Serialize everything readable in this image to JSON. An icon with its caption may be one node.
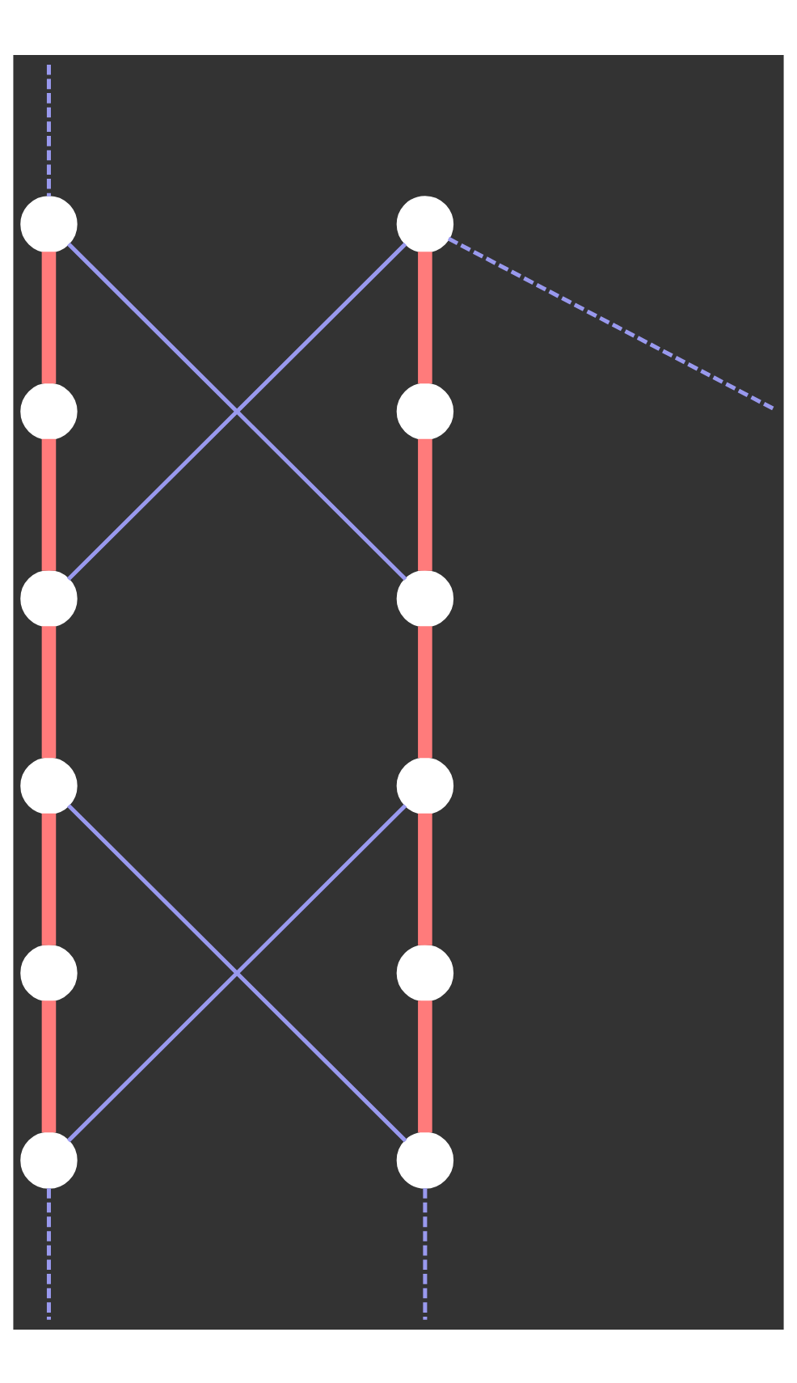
{
  "diagram": {
    "nodes": [
      {
        "text": [],
        "shape": "circle"
      },
      {
        "text": [],
        "shape": "circle"
      },
      {
        "text": [],
        "shape": "circle"
      },
      {
        "text": [],
        "shape": "circle"
      },
      {
        "text": [],
        "shape": "circle"
      },
      {
        "text": [],
        "shape": "circle"
      },
      {
        "text": [],
        "shape": "circle"
      },
      {
        "text": [],
        "shape": "circle"
      },
      {
        "text": [],
        "shape": "circle"
      },
      {
        "text": [],
        "shape": "circle"
      },
      {
        "text": [],
        "shape": "circle"
      },
      {
        "text": [],
        "shape": "circle"
      }
    ],
    "edges": [
      {
        "from": null,
        "to": 0,
        "arrow": "none",
        "style": "dashed",
        "color": "#9999ee"
      },
      {
        "from": 1,
        "to": null,
        "arrow": "none",
        "style": "dashed",
        "color": "#9999ee"
      },
      {
        "from": 0,
        "to": 2,
        "arrow": "none"
      },
      {
        "from": 2,
        "to": 4,
        "arrow": "none"
      },
      {
        "from": 4,
        "to": 6,
        "arrow": "none"
      },
      {
        "from": 6,
        "to": 8,
        "arrow": "none"
      },
      {
        "from": 8,
        "to": 10,
        "arrow": "none"
      },
      {
        "from": 1,
        "to": 3,
        "arrow": "none"
      },
      {
        "from": 3,
        "to": 5,
        "arrow": "none"
      },
      {
        "from": 5,
        "to": 7,
        "arrow": "none"
      },
      {
        "from": 7,
        "to": 9,
        "arrow": "none"
      },
      {
        "from": 9,
        "to": 11,
        "arrow": "none"
      },
      {
        "from": 0,
        "to": 5,
        "arrow": "none",
        "color": "#9999ee"
      },
      {
        "from": 1,
        "to": 4,
        "arrow": "none",
        "color": "#9999ee"
      },
      {
        "from": 6,
        "to": 11,
        "arrow": "none",
        "color": "#9999ee"
      },
      {
        "from": 7,
        "to": 10,
        "arrow": "none",
        "color": "#9999ee"
      },
      {
        "from": 10,
        "to": null,
        "arrow": "none",
        "style": "dashed",
        "color": "#9999ee"
      },
      {
        "from": 11,
        "to": null,
        "arrow": "none",
        "style": "dashed",
        "color": "#9999ee"
      }
    ]
  }
}
